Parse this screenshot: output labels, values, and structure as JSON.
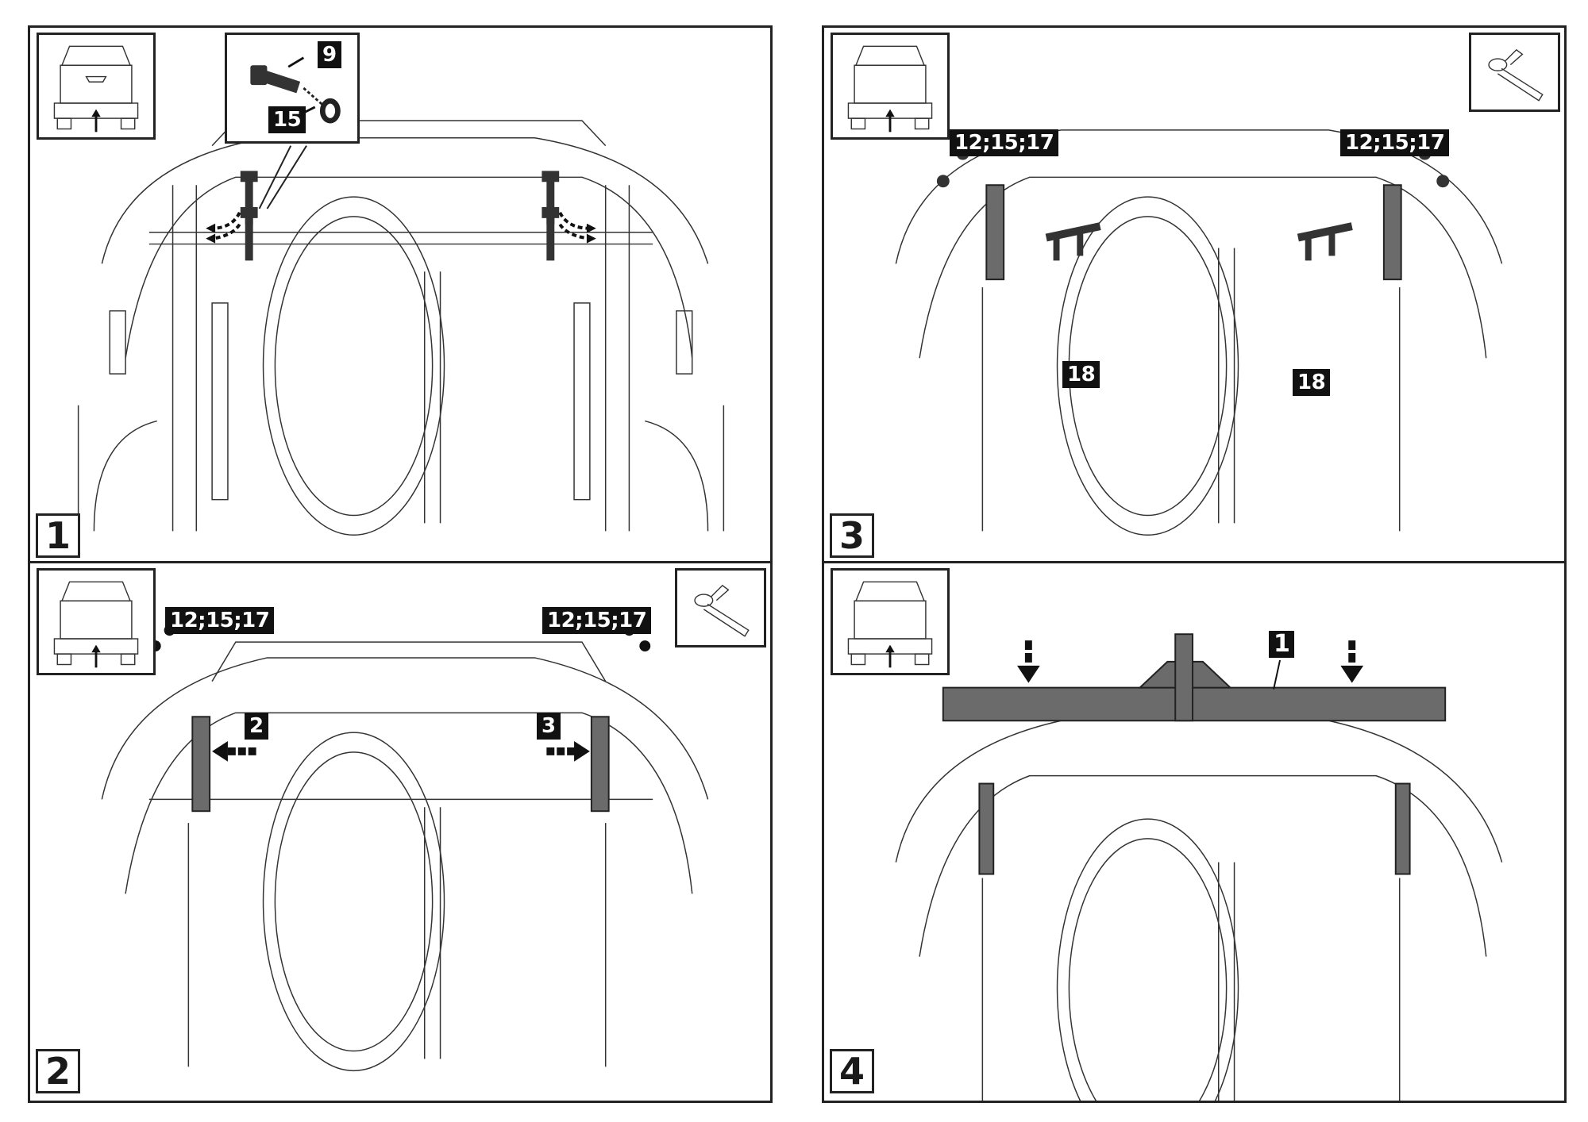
{
  "document": {
    "type": "installation-instructions",
    "subject": "rear tow bar mounting on pickup truck"
  },
  "colors": {
    "line": "#222222",
    "part_fill": "#6b6b6b",
    "label_bg": "#111111",
    "label_text": "#ffffff"
  },
  "steps": [
    {
      "number": "1",
      "view_icon": "truck-rear-view-icon",
      "inset_labels": [
        "9",
        "15"
      ],
      "callouts": [],
      "tool_icon": null
    },
    {
      "number": "2",
      "view_icon": "truck-rear-view-icon",
      "callouts": [
        "12;15;17",
        "12;15;17",
        "2",
        "3"
      ],
      "tool_icon": "ratchet-wrench-icon"
    },
    {
      "number": "3",
      "view_icon": "truck-rear-view-icon",
      "callouts": [
        "12;15;17",
        "12;15;17",
        "18",
        "18"
      ],
      "tool_icon": "ratchet-wrench-icon"
    },
    {
      "number": "4",
      "view_icon": "truck-rear-view-icon",
      "callouts": [
        "1"
      ],
      "tool_icon": null
    }
  ]
}
